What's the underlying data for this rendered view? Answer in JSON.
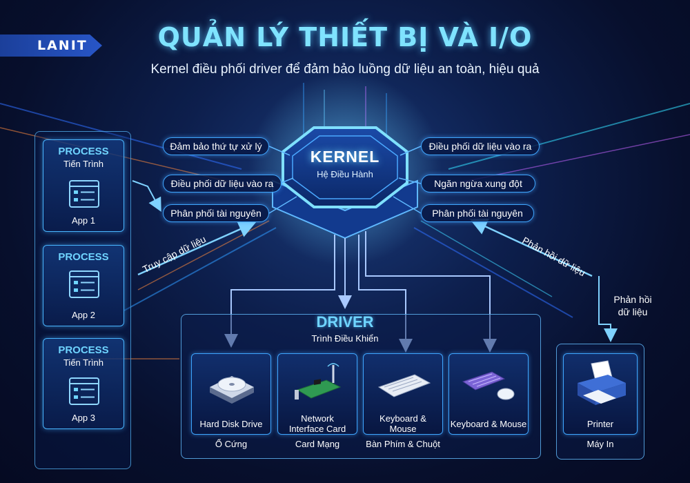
{
  "brand": {
    "logo_text": "LANIT"
  },
  "header": {
    "title": "QUẢN LÝ THIẾT BỊ VÀ I/O",
    "subtitle": "Kernel điều phối driver để đảm bảo luồng dữ liệu an toàn, hiệu quả"
  },
  "processes": [
    {
      "heading": "PROCESS",
      "subheading": "Tiến Trình",
      "label": "App 1"
    },
    {
      "heading": "PROCESS",
      "subheading": "",
      "label": "App 2"
    },
    {
      "heading": "PROCESS",
      "subheading": "Tiến Trình",
      "label": "App 3"
    }
  ],
  "kernel": {
    "title": "KERNEL",
    "subtitle": "Hệ Điều Hành",
    "left_functions": [
      "Đảm bảo thứ tự xử lý",
      "Điều phối dữ liệu vào ra",
      "Phân phối tài nguyên"
    ],
    "right_functions": [
      "Điều phối dữ liệu vào ra",
      "Ngăn ngừa xung đột",
      "Phân phối tài nguyên"
    ]
  },
  "flows": {
    "access": "Truy cập dữ liệu",
    "feedback_diagonal": "Phản hồi dữ liệu",
    "feedback_vertical": [
      "Phản hồi",
      "dữ liệu"
    ]
  },
  "driver": {
    "title": "DRIVER",
    "subtitle": "Trình Điều Khiển",
    "devices": [
      {
        "name": [
          "Hard Disk Drive"
        ],
        "vn": "Ổ Cứng"
      },
      {
        "name": [
          "Network",
          "Interface Card"
        ],
        "vn": "Card Mạng"
      },
      {
        "name": [
          "Keyboard &",
          "Mouse"
        ],
        "vn": "Bàn Phím & Chuột"
      },
      {
        "name": [
          "Keyboard & Mouse"
        ],
        "vn": ""
      }
    ]
  },
  "printer": {
    "name": "Printer",
    "vn": "Máy In"
  },
  "colors": {
    "accent": "#49b6ff",
    "glow": "#6fd8ff",
    "background": "#070f2c",
    "title": "#7fe3ff"
  }
}
